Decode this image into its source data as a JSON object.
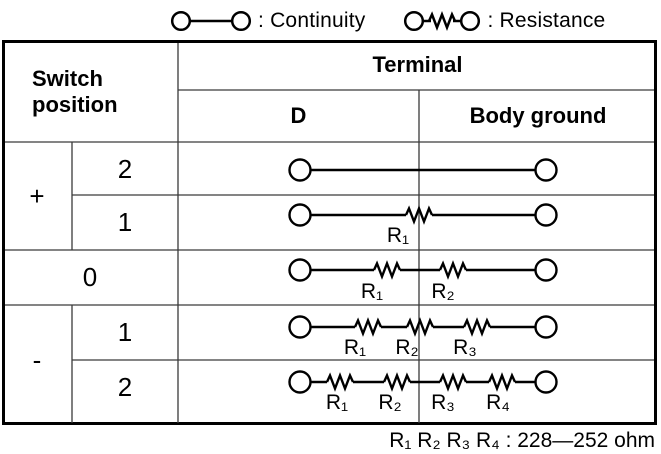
{
  "legend": {
    "continuity_label": ": Continuity",
    "resistance_label": ": Resistance"
  },
  "table": {
    "header": {
      "switch_position": "Switch\nposition",
      "terminal": "Terminal",
      "col_d": "D",
      "col_body_ground": "Body ground"
    },
    "groups": {
      "plus": "+",
      "zero": "0",
      "minus": "-"
    },
    "rows": [
      {
        "group": "+",
        "position": "2",
        "circuit": "continuity",
        "resistors": []
      },
      {
        "group": "+",
        "position": "1",
        "circuit": "resistance",
        "resistors": [
          "R₁"
        ]
      },
      {
        "group": "0",
        "position": "0",
        "circuit": "resistance",
        "resistors": [
          "R₁",
          "R₂"
        ]
      },
      {
        "group": "-",
        "position": "1",
        "circuit": "resistance",
        "resistors": [
          "R₁",
          "R₂",
          "R₃"
        ]
      },
      {
        "group": "-",
        "position": "2",
        "circuit": "resistance",
        "resistors": [
          "R₁",
          "R₂",
          "R₃",
          "R₄"
        ]
      }
    ]
  },
  "footnote": "R₁ R₂ R₃ R₄ : 228—252 ohm",
  "colors": {
    "ink": "#000000",
    "grid": "#3a3a3a",
    "background": "#ffffff"
  }
}
